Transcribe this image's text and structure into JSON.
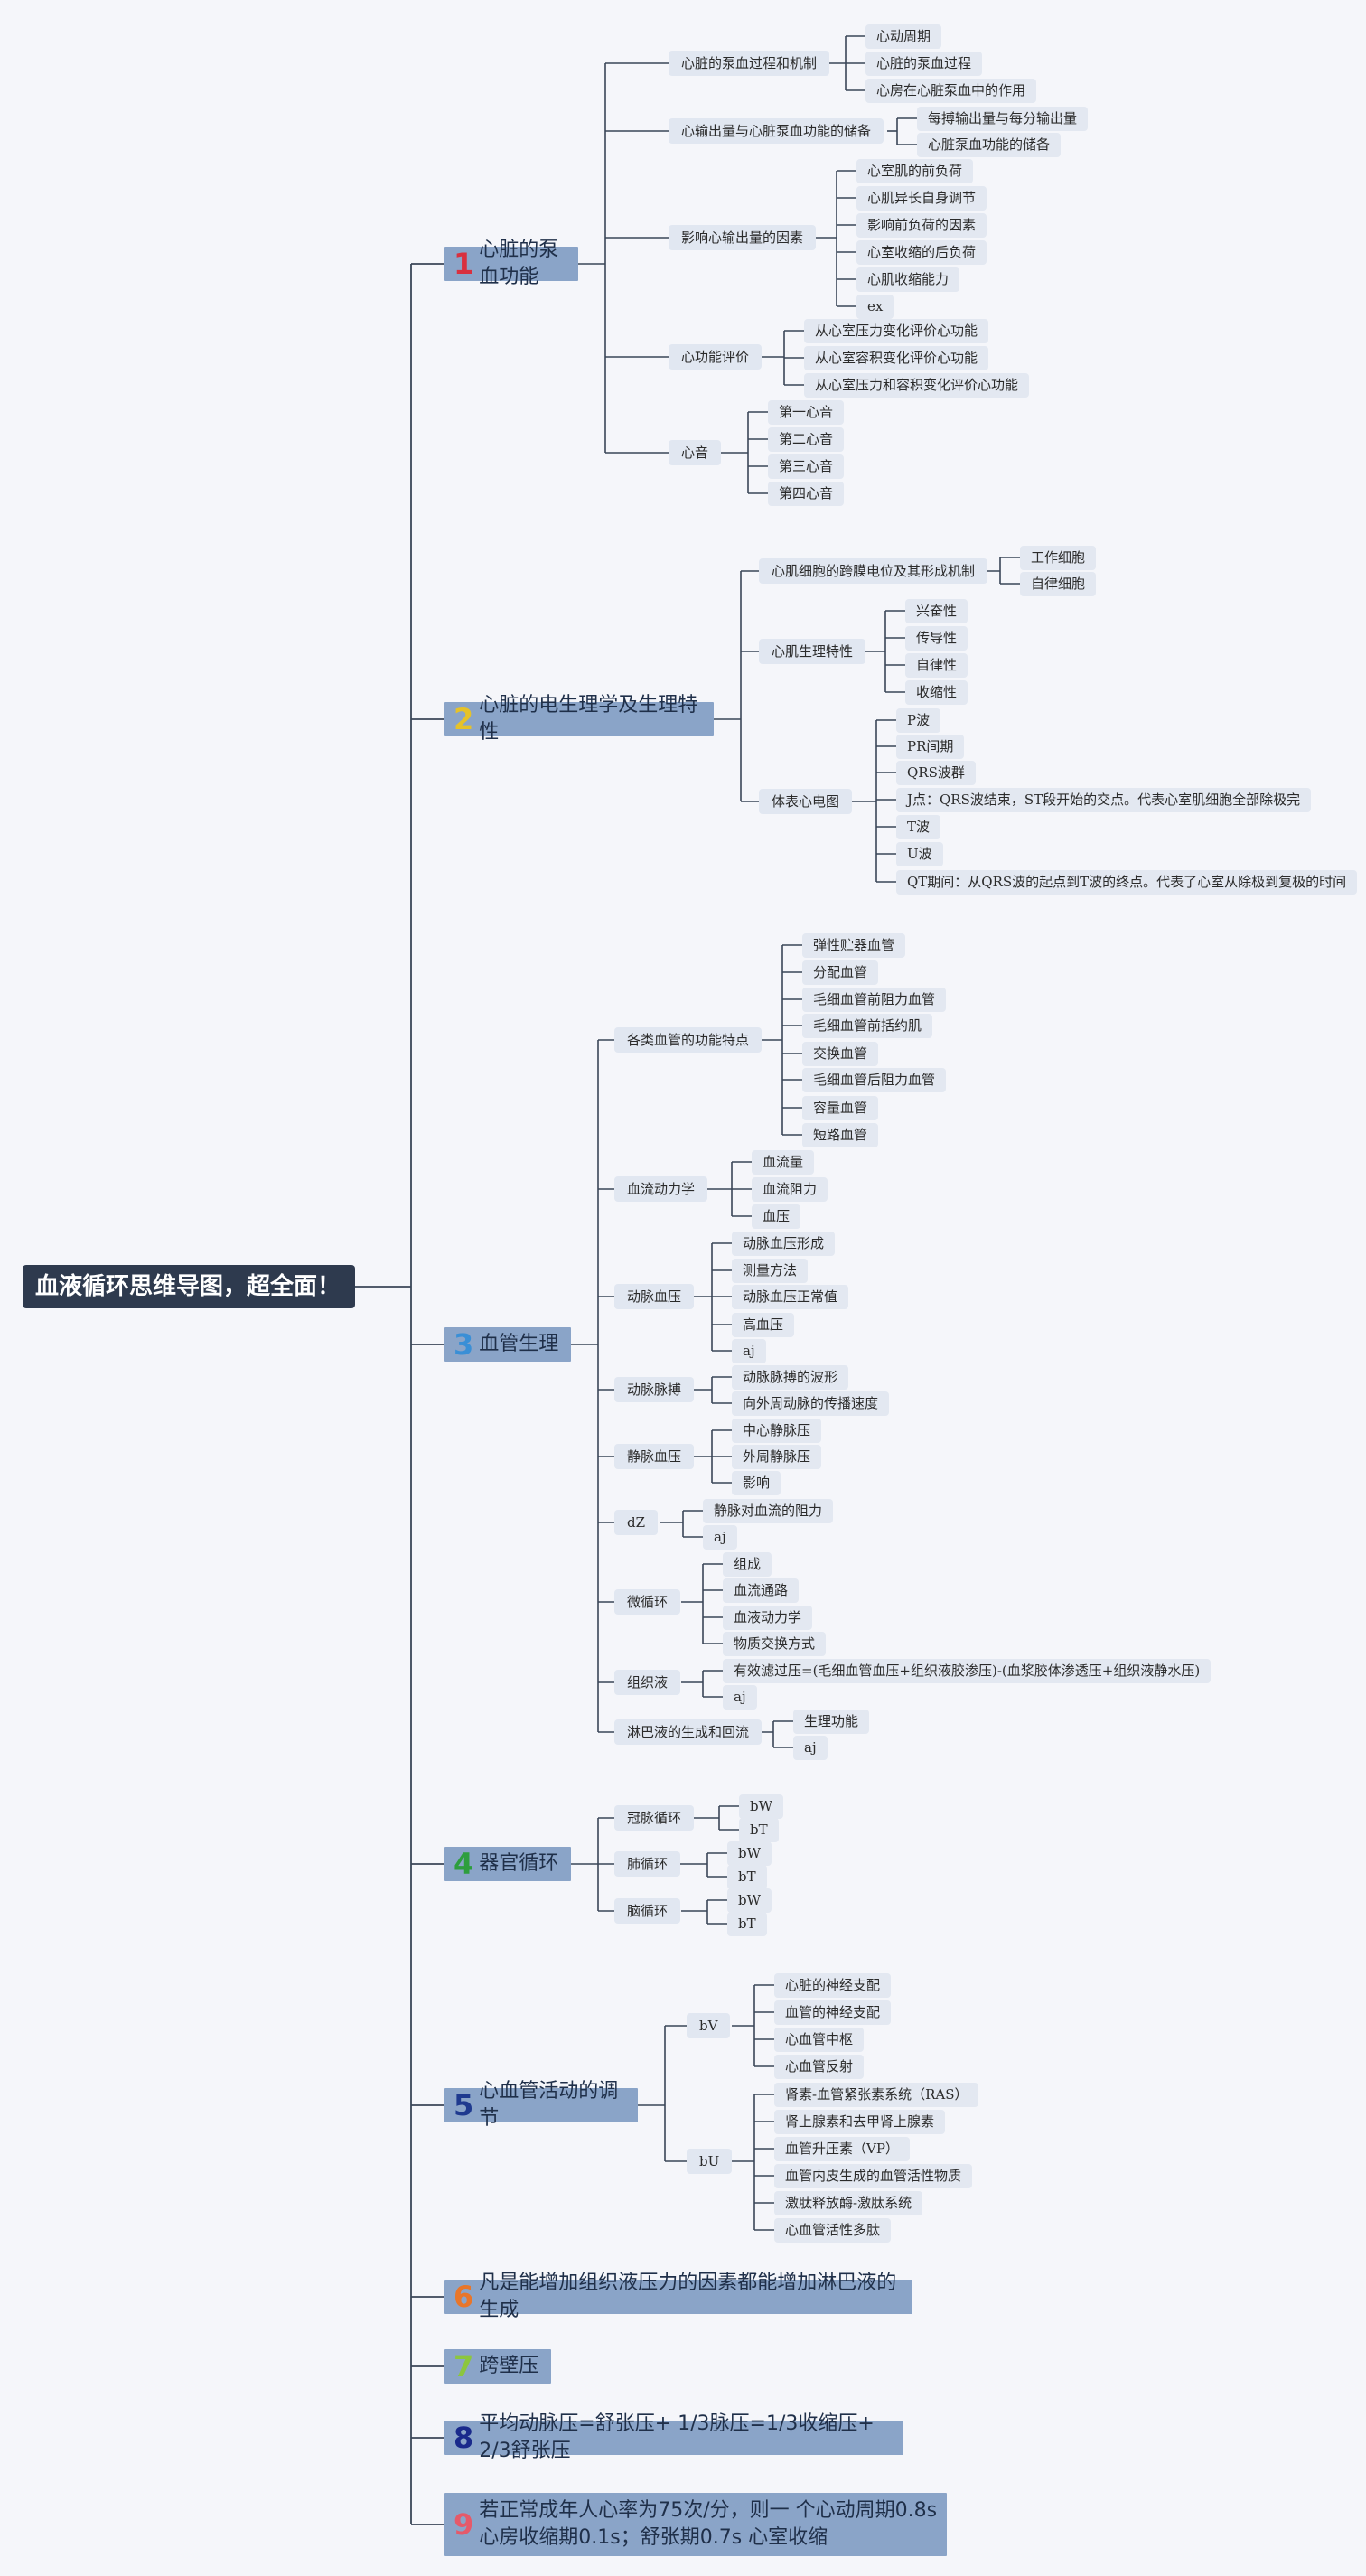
{
  "root": "血液循环思维导图，超全面！",
  "colors": {
    "line": "#3a4658",
    "root_bg": "#2e3a4e",
    "topic_bg": "#8aa4c8",
    "sub_bg": "#e1e7f1",
    "leaf_bg": "#e3e8f1"
  },
  "topics": [
    {
      "num": "1",
      "num_color": "#d9303f",
      "label": "心脏的泵血功能",
      "subs": [
        {
          "label": "心脏的泵血过程和机制",
          "leaves": [
            "心动周期",
            "心脏的泵血过程",
            "心房在心脏泵血中的作用"
          ]
        },
        {
          "label": "心输出量与心脏泵血功能的储备",
          "leaves": [
            "每搏输出量与每分输出量",
            "心脏泵血功能的储备"
          ]
        },
        {
          "label": "影响心输出量的因素",
          "leaves": [
            "心室肌的前负荷",
            "心肌异长自身调节",
            "影响前负荷的因素",
            "心室收缩的后负荷",
            "心肌收缩能力",
            "ex"
          ]
        },
        {
          "label": "心功能评价",
          "leaves": [
            "从心室压力变化评价心功能",
            "从心室容积变化评价心功能",
            "从心室压力和容积变化评价心功能"
          ]
        },
        {
          "label": "心音",
          "leaves": [
            "第一心音",
            "第二心音",
            "第三心音",
            "第四心音"
          ]
        }
      ]
    },
    {
      "num": "2",
      "num_color": "#e6c229",
      "label": "心脏的电生理学及生理特性",
      "subs": [
        {
          "label": "心肌细胞的跨膜电位及其形成机制",
          "leaves": [
            "工作细胞",
            "自律细胞"
          ]
        },
        {
          "label": "心肌生理特性",
          "leaves": [
            "兴奋性",
            "传导性",
            "自律性",
            "收缩性"
          ]
        },
        {
          "label": "体表心电图",
          "leaves": [
            "P波",
            "PR间期",
            "QRS波群",
            "J点：QRS波结束，ST段开始的交点。代表心室肌细胞全部除极完",
            "T波",
            "U波",
            "QT期间：从QRS波的起点到T波的终点。代表了心室从除极到复极的时间"
          ]
        }
      ]
    },
    {
      "num": "3",
      "num_color": "#3a8fd6",
      "label": "血管生理",
      "subs": [
        {
          "label": "各类血管的功能特点",
          "leaves": [
            "弹性贮器血管",
            "分配血管",
            "毛细血管前阻力血管",
            "毛细血管前括约肌",
            "交换血管",
            "毛细血管后阻力血管",
            "容量血管",
            "短路血管"
          ]
        },
        {
          "label": "血流动力学",
          "leaves": [
            "血流量",
            "血流阻力",
            "血压"
          ]
        },
        {
          "label": "动脉血压",
          "leaves": [
            "动脉血压形成",
            "测量方法",
            "动脉血压正常值",
            "高血压",
            "aj"
          ]
        },
        {
          "label": "动脉脉搏",
          "leaves": [
            "动脉脉搏的波形",
            "向外周动脉的传播速度"
          ]
        },
        {
          "label": "静脉血压",
          "leaves": [
            "中心静脉压",
            "外周静脉压",
            "影响"
          ]
        },
        {
          "label": "dZ",
          "leaves": [
            "静脉对血流的阻力",
            "aj"
          ]
        },
        {
          "label": "微循环",
          "leaves": [
            "组成",
            "血流通路",
            "血液动力学",
            "物质交换方式"
          ]
        },
        {
          "label": "组织液",
          "leaves": [
            "有效滤过压=(毛细血管血压+组织液胶渗压)-(血浆胶体渗透压+组织液静水压)",
            "aj"
          ]
        },
        {
          "label": "淋巴液的生成和回流",
          "leaves": [
            "生理功能",
            "aj"
          ]
        }
      ]
    },
    {
      "num": "4",
      "num_color": "#2e9e3e",
      "label": "器官循环",
      "subs": [
        {
          "label": "冠脉循环",
          "leaves": [
            "bW",
            "bT"
          ]
        },
        {
          "label": "肺循环",
          "leaves": [
            "bW",
            "bT"
          ]
        },
        {
          "label": "脑循环",
          "leaves": [
            "bW",
            "bT"
          ]
        }
      ]
    },
    {
      "num": "5",
      "num_color": "#1f3a8f",
      "label": "心血管活动的调节",
      "subs": [
        {
          "label": "bV",
          "leaves": [
            "心脏的神经支配",
            "血管的神经支配",
            "心血管中枢",
            "心血管反射"
          ]
        },
        {
          "label": "bU",
          "leaves": [
            "肾素-血管紧张素系统（RAS）",
            "肾上腺素和去甲肾上腺素",
            "血管升压素（VP）",
            "血管内皮生成的血管活性物质",
            "激肽释放酶-激肽系统",
            "心血管活性多肽"
          ]
        }
      ]
    },
    {
      "num": "6",
      "num_color": "#e8762a",
      "label": "凡是能增加组织液压力的因素都能增加淋巴液的生成",
      "subs": []
    },
    {
      "num": "7",
      "num_color": "#8cc63f",
      "label": "跨壁压",
      "subs": []
    },
    {
      "num": "8",
      "num_color": "#1a2a8c",
      "label": "平均动脉压=舒张压+ 1/3脉压=1/3收缩压+ 2/3舒张压",
      "subs": []
    },
    {
      "num": "9",
      "num_color": "#e55a6a",
      "label": "若正常成年人心率为75次/分，则一 个心动周期0.8s 心房收缩期0.1s；舒张期0.7s 心室收缩",
      "subs": []
    }
  ]
}
